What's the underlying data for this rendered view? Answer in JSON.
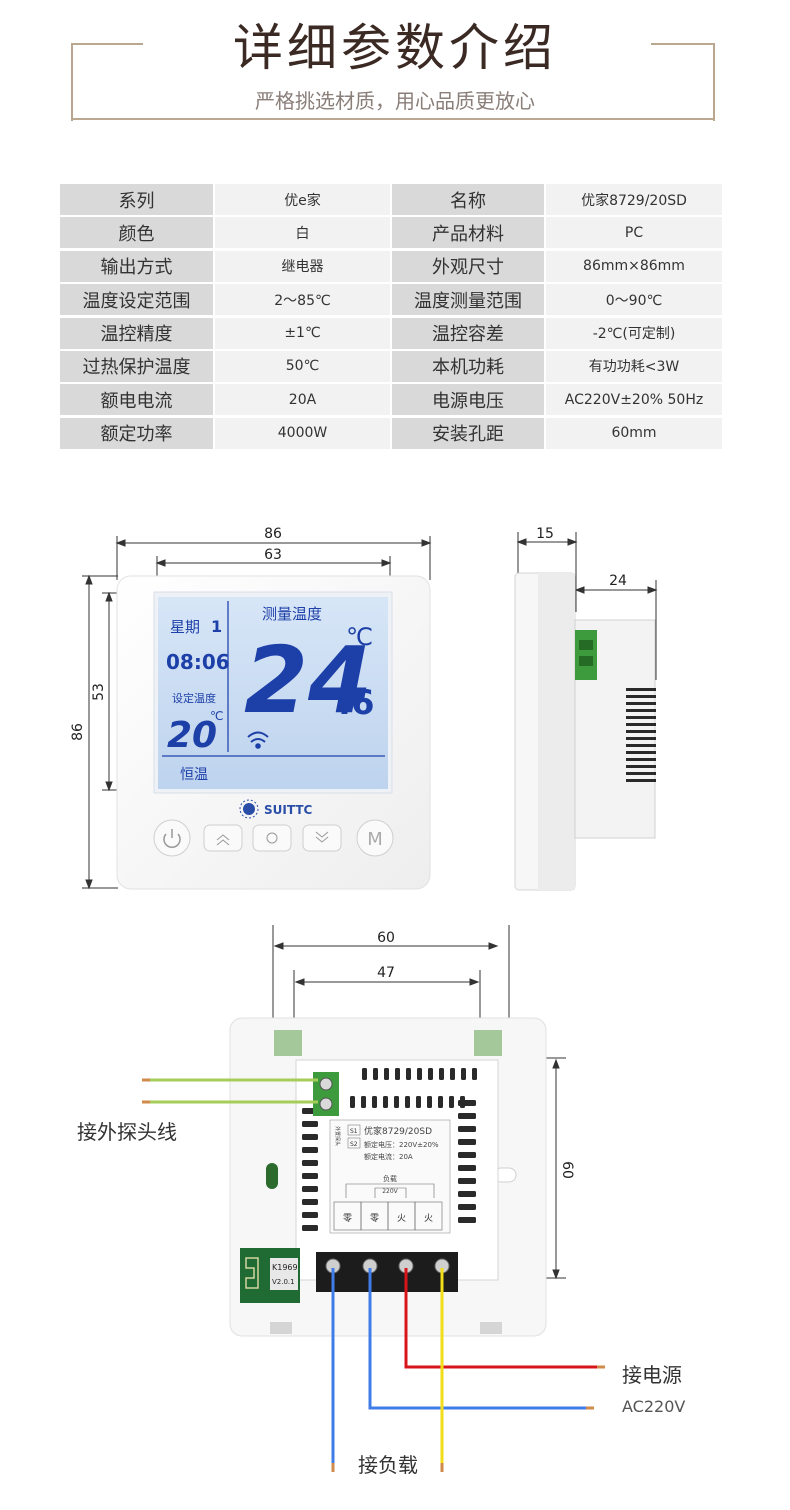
{
  "header": {
    "title": "详细参数介绍",
    "subtitle": "严格挑选材质，用心品质更放心"
  },
  "specs": [
    {
      "l1": "系列",
      "v1": "优e家",
      "l2": "名称",
      "v2": "优家8729/20SD"
    },
    {
      "l1": "颜色",
      "v1": "白",
      "l2": "产品材料",
      "v2": "PC"
    },
    {
      "l1": "输出方式",
      "v1": "继电器",
      "l2": "外观尺寸",
      "v2": "86mm×86mm"
    },
    {
      "l1": "温度设定范围",
      "v1": "2～85℃",
      "l2": "温度测量范围",
      "v2": "0～90℃"
    },
    {
      "l1": "温控精度",
      "v1": "±1℃",
      "l2": "温控容差",
      "v2": "-2℃(可定制)"
    },
    {
      "l1": "过热保护温度",
      "v1": "50℃",
      "l2": "本机功耗",
      "v2": "有功功耗<3W"
    },
    {
      "l1": "额电电流",
      "v1": "20A",
      "l2": "电源电压",
      "v2": "AC220V±20% 50Hz"
    },
    {
      "l1": "额定功率",
      "v1": "4000W",
      "l2": "安装孔距",
      "v2": "60mm"
    }
  ],
  "front": {
    "dim_width": "86",
    "dim_screen_width": "63",
    "dim_height": "86",
    "dim_screen_height": "53",
    "lcd": {
      "weekday_label": "星期",
      "weekday_value": "1",
      "time": "08:06",
      "set_label": "设定温度",
      "set_value": "20",
      "set_unit": "℃",
      "measure_label": "测量温度",
      "measure_int": "24",
      "measure_dec": ".6",
      "measure_unit": "℃",
      "mode": "恒温"
    },
    "brand": "SUITTC",
    "buttons": {
      "menu": "M"
    }
  },
  "side": {
    "dim_depth": "15",
    "dim_back": "24"
  },
  "back": {
    "dim_hole": "60",
    "dim_module": "47",
    "dim_vertical": "60",
    "label_model": "优家8729/20SD",
    "label_voltage": "额定电压：220V±20%",
    "label_current": "额定电流：20A",
    "probe_label": "外置探头",
    "s1": "S1",
    "s2": "S2",
    "load_label": "负载",
    "v220": "220V",
    "terms": [
      "零",
      "零",
      "火",
      "火"
    ],
    "pcb_code1": "K1969",
    "pcb_code2": "V2.0.1"
  },
  "wiring": {
    "probe": "接外探头线",
    "power": "接电源",
    "ac": "AC220V",
    "load": "接负载"
  },
  "colors": {
    "wire_green": "#a6cc5a",
    "wire_blue": "#3f7ce8",
    "wire_red": "#d8141b",
    "wire_yellow": "#f1de18",
    "lcd_bg": "#c9dcf2",
    "lcd_digit": "#1d3fa8",
    "terminal_green": "#3d9a3d"
  }
}
